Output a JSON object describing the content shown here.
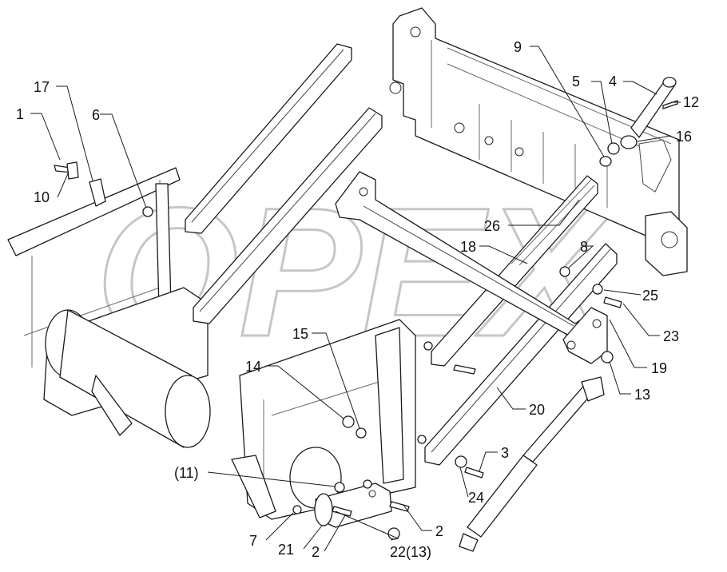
{
  "watermark": {
    "text": "OPEX"
  },
  "callouts": [
    {
      "id": "c1",
      "label": "1"
    },
    {
      "id": "c17",
      "label": "17"
    },
    {
      "id": "c10",
      "label": "10"
    },
    {
      "id": "c6",
      "label": "6"
    },
    {
      "id": "c9",
      "label": "9"
    },
    {
      "id": "c5",
      "label": "5"
    },
    {
      "id": "c4",
      "label": "4"
    },
    {
      "id": "c12",
      "label": "12"
    },
    {
      "id": "c16",
      "label": "16"
    },
    {
      "id": "c26",
      "label": "26"
    },
    {
      "id": "c18",
      "label": "18"
    },
    {
      "id": "c8",
      "label": "8"
    },
    {
      "id": "c25",
      "label": "25"
    },
    {
      "id": "c23",
      "label": "23"
    },
    {
      "id": "c19",
      "label": "19"
    },
    {
      "id": "c13",
      "label": "13"
    },
    {
      "id": "c15",
      "label": "15"
    },
    {
      "id": "c14",
      "label": "14"
    },
    {
      "id": "c20",
      "label": "20"
    },
    {
      "id": "c3",
      "label": "3"
    },
    {
      "id": "c24",
      "label": "24"
    },
    {
      "id": "c11",
      "label": "(11)"
    },
    {
      "id": "c7",
      "label": "7"
    },
    {
      "id": "c21",
      "label": "21"
    },
    {
      "id": "c2a",
      "label": "2"
    },
    {
      "id": "c2b",
      "label": "2"
    },
    {
      "id": "c22",
      "label": "22(13)"
    }
  ]
}
